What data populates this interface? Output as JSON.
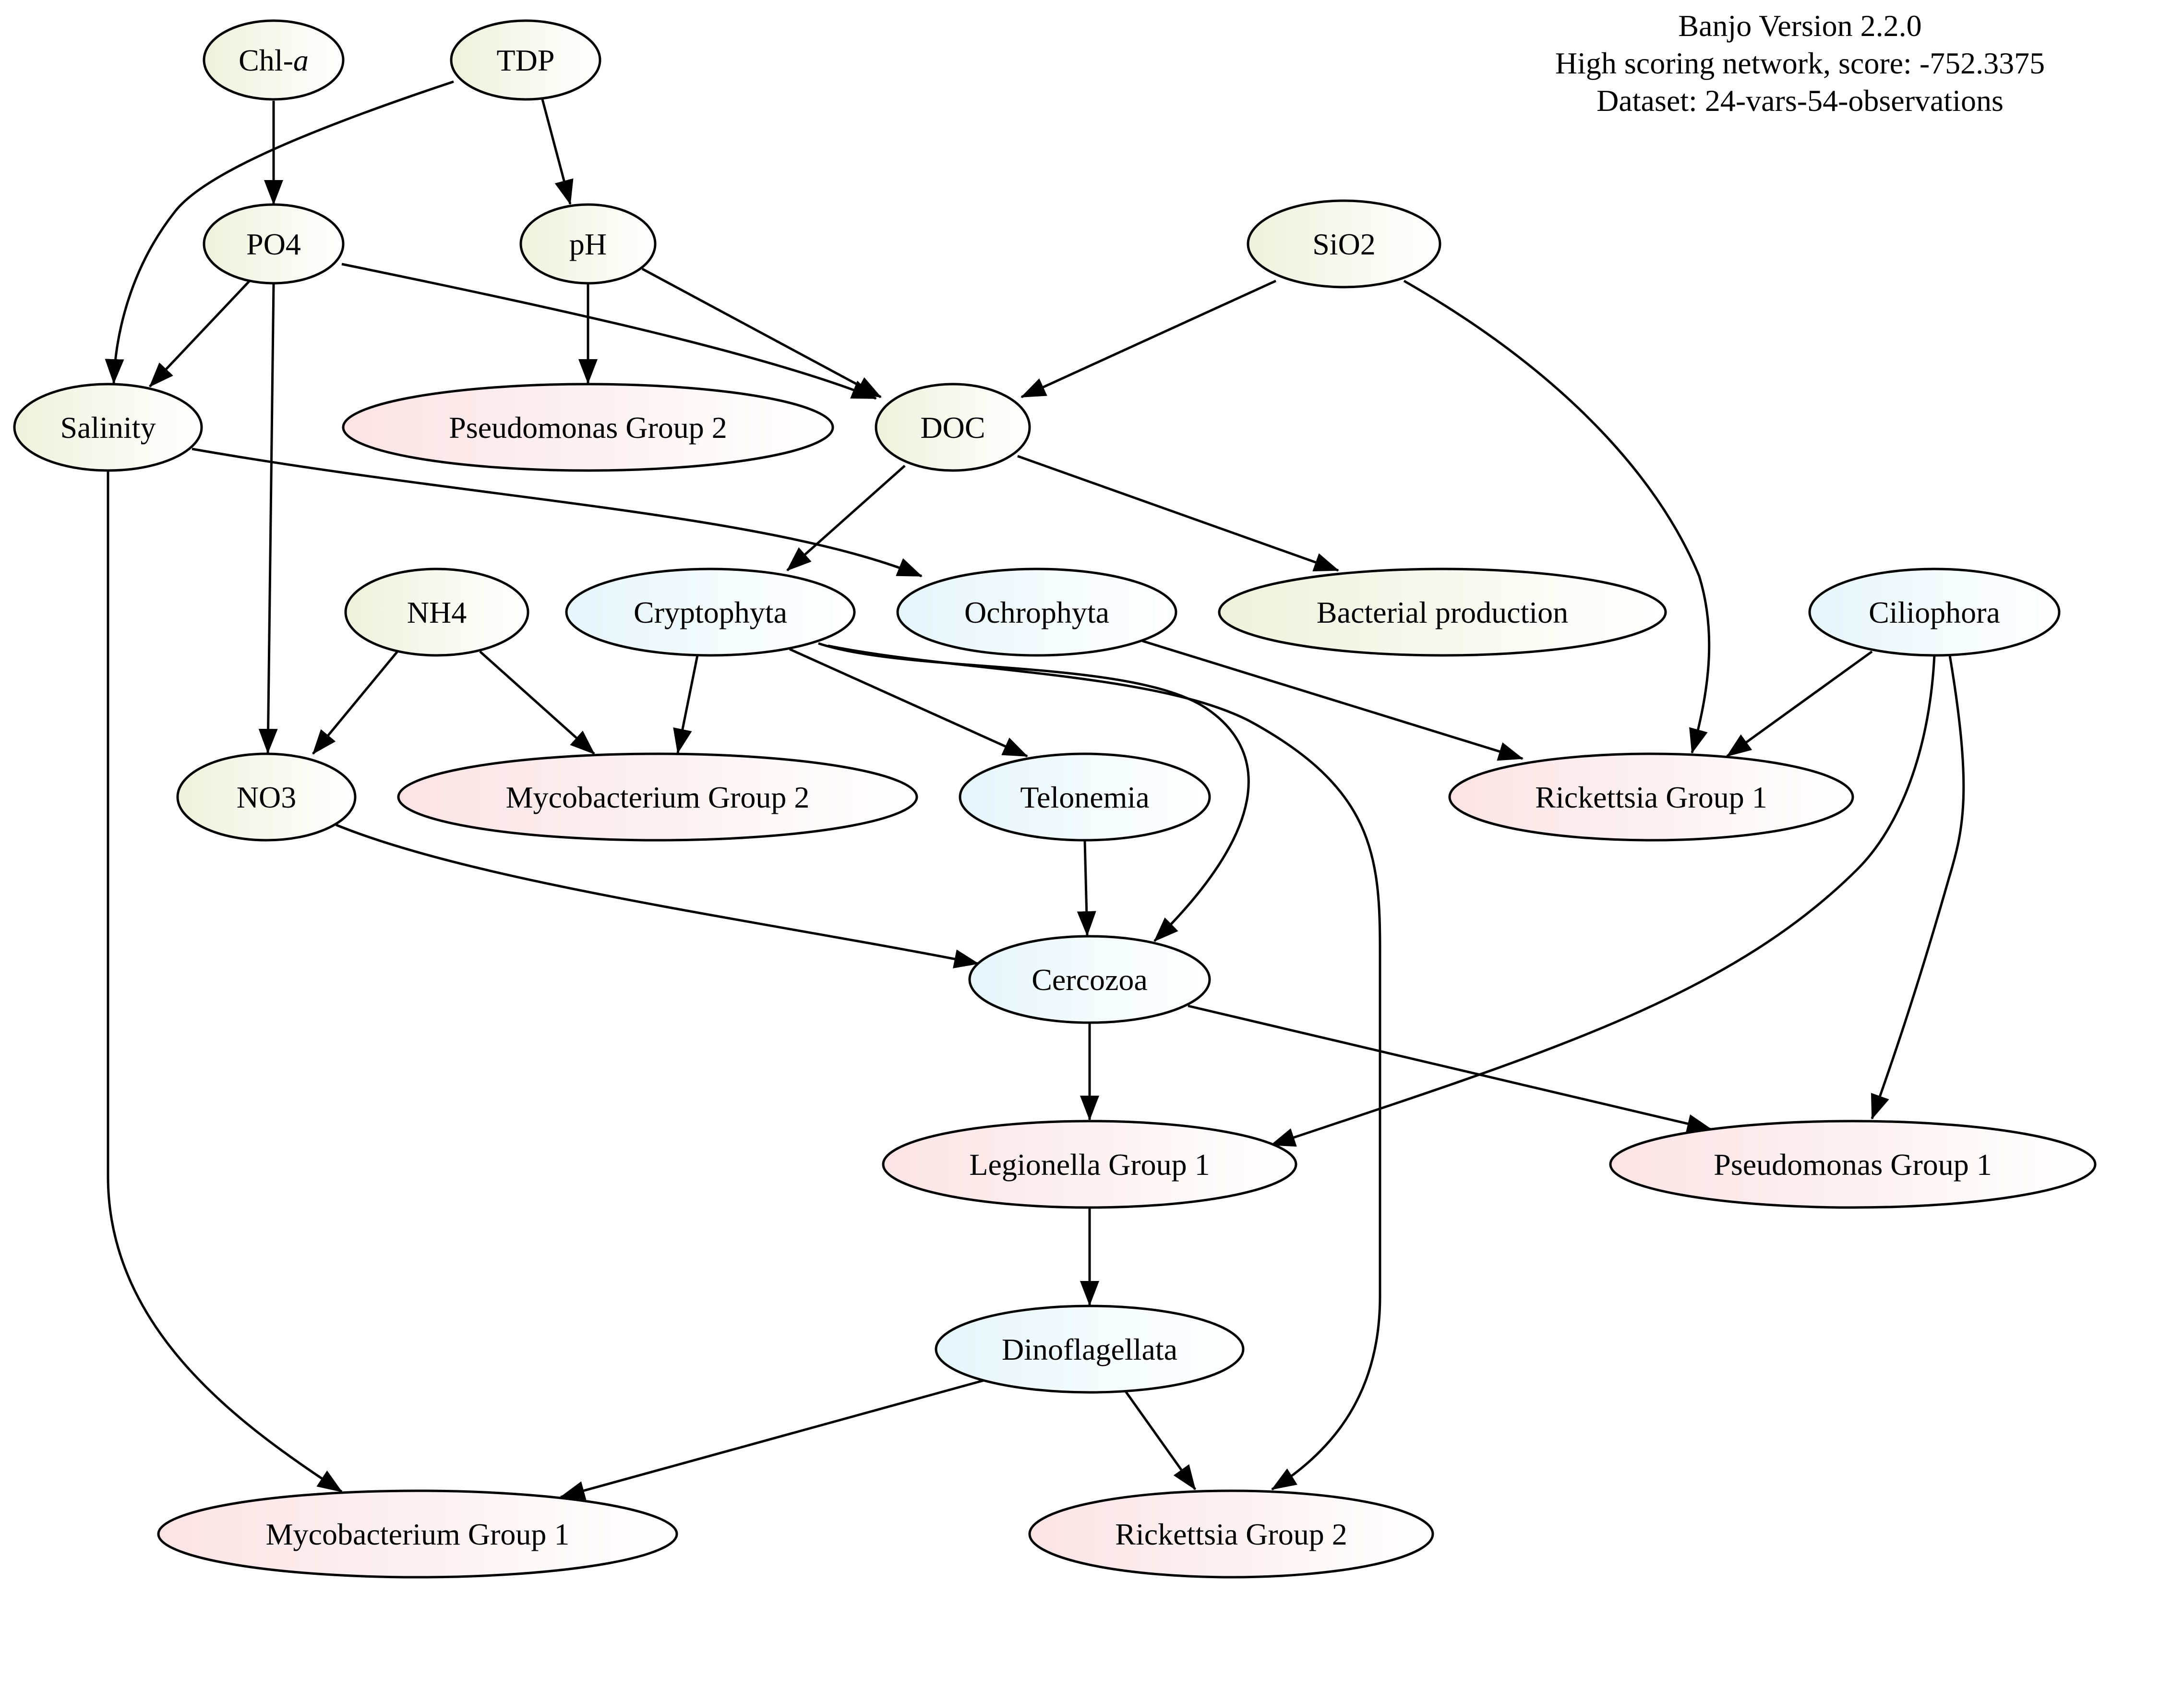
{
  "header": {
    "lines": [
      "Banjo Version 2.2.0",
      "High scoring network, score: -752.3375",
      "Dataset: 24-vars-54-observations"
    ]
  },
  "colors": {
    "environmental": "#eef2dc",
    "protist": "#e6f6fb",
    "bacteria": "#fbe3e4",
    "stroke": "#000000"
  },
  "nodes": [
    {
      "id": "chla",
      "label": "Chl-",
      "label_italic": "a",
      "group": "environmental"
    },
    {
      "id": "tdp",
      "label": "TDP",
      "group": "environmental"
    },
    {
      "id": "po4",
      "label": "PO4",
      "group": "environmental"
    },
    {
      "id": "ph",
      "label": "pH",
      "group": "environmental"
    },
    {
      "id": "sio2",
      "label": "SiO2",
      "group": "environmental"
    },
    {
      "id": "salinity",
      "label": "Salinity",
      "group": "environmental"
    },
    {
      "id": "pseudo2",
      "label": "Pseudomonas Group 2",
      "group": "bacteria"
    },
    {
      "id": "doc",
      "label": "DOC",
      "group": "environmental"
    },
    {
      "id": "nh4",
      "label": "NH4",
      "group": "environmental"
    },
    {
      "id": "crypto",
      "label": "Cryptophyta",
      "group": "protist"
    },
    {
      "id": "ochro",
      "label": "Ochrophyta",
      "group": "protist"
    },
    {
      "id": "bactprod",
      "label": "Bacterial production",
      "group": "environmental"
    },
    {
      "id": "cilio",
      "label": "Ciliophora",
      "group": "protist"
    },
    {
      "id": "no3",
      "label": "NO3",
      "group": "environmental"
    },
    {
      "id": "myco2",
      "label": "Mycobacterium Group 2",
      "group": "bacteria"
    },
    {
      "id": "telo",
      "label": "Telonemia",
      "group": "protist"
    },
    {
      "id": "rick1",
      "label": "Rickettsia Group 1",
      "group": "bacteria"
    },
    {
      "id": "cerco",
      "label": "Cercozoa",
      "group": "protist"
    },
    {
      "id": "legion1",
      "label": "Legionella Group 1",
      "group": "bacteria"
    },
    {
      "id": "pseudo1",
      "label": "Pseudomonas Group 1",
      "group": "bacteria"
    },
    {
      "id": "dino",
      "label": "Dinoflagellata",
      "group": "protist"
    },
    {
      "id": "myco1",
      "label": "Mycobacterium Group 1",
      "group": "bacteria"
    },
    {
      "id": "rick2",
      "label": "Rickettsia Group 2",
      "group": "bacteria"
    }
  ],
  "edges": [
    {
      "from": "chla",
      "to": "po4"
    },
    {
      "from": "tdp",
      "to": "salinity"
    },
    {
      "from": "tdp",
      "to": "ph"
    },
    {
      "from": "po4",
      "to": "salinity"
    },
    {
      "from": "po4",
      "to": "no3"
    },
    {
      "from": "po4",
      "to": "doc"
    },
    {
      "from": "ph",
      "to": "pseudo2"
    },
    {
      "from": "ph",
      "to": "doc"
    },
    {
      "from": "sio2",
      "to": "doc"
    },
    {
      "from": "sio2",
      "to": "rick1"
    },
    {
      "from": "salinity",
      "to": "ochro"
    },
    {
      "from": "salinity",
      "to": "myco1"
    },
    {
      "from": "doc",
      "to": "crypto"
    },
    {
      "from": "doc",
      "to": "bactprod"
    },
    {
      "from": "nh4",
      "to": "no3"
    },
    {
      "from": "nh4",
      "to": "myco2"
    },
    {
      "from": "crypto",
      "to": "myco2"
    },
    {
      "from": "crypto",
      "to": "telo"
    },
    {
      "from": "crypto",
      "to": "cerco"
    },
    {
      "from": "crypto",
      "to": "rick2"
    },
    {
      "from": "ochro",
      "to": "rick1"
    },
    {
      "from": "cilio",
      "to": "rick1"
    },
    {
      "from": "cilio",
      "to": "legion1"
    },
    {
      "from": "cilio",
      "to": "pseudo1"
    },
    {
      "from": "no3",
      "to": "cerco"
    },
    {
      "from": "telo",
      "to": "cerco"
    },
    {
      "from": "cerco",
      "to": "legion1"
    },
    {
      "from": "cerco",
      "to": "pseudo1"
    },
    {
      "from": "legion1",
      "to": "dino"
    },
    {
      "from": "dino",
      "to": "myco1"
    },
    {
      "from": "dino",
      "to": "rick2"
    }
  ]
}
